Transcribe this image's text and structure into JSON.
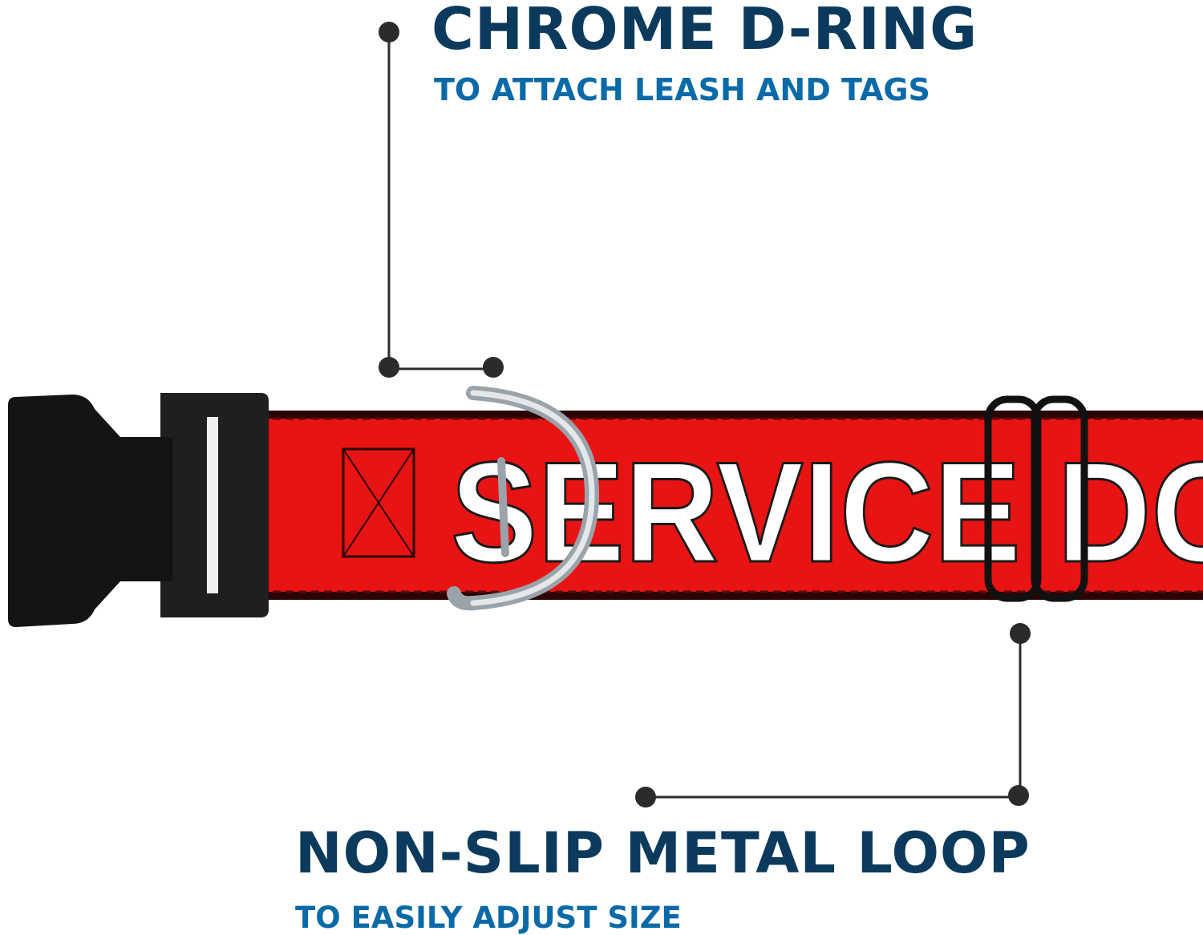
{
  "colors": {
    "title": "#0b3a5c",
    "subtitle": "#0a6aa8",
    "collar_red": "#e81313",
    "collar_edge": "#2a0505",
    "buckle": "#1a1a1a",
    "chrome": "#c9cfd4",
    "callout_line": "#2b2b2b",
    "lettering_fill": "#ffffff"
  },
  "callouts": {
    "top": {
      "title": "CHROME D-RING",
      "subtitle": "TO ATTACH LEASH AND TAGS"
    },
    "bottom": {
      "title": "NON-SLIP METAL LOOP",
      "subtitle": "TO EASILY ADJUST SIZE"
    }
  },
  "collar": {
    "printed_text": "SERVICE DO"
  }
}
